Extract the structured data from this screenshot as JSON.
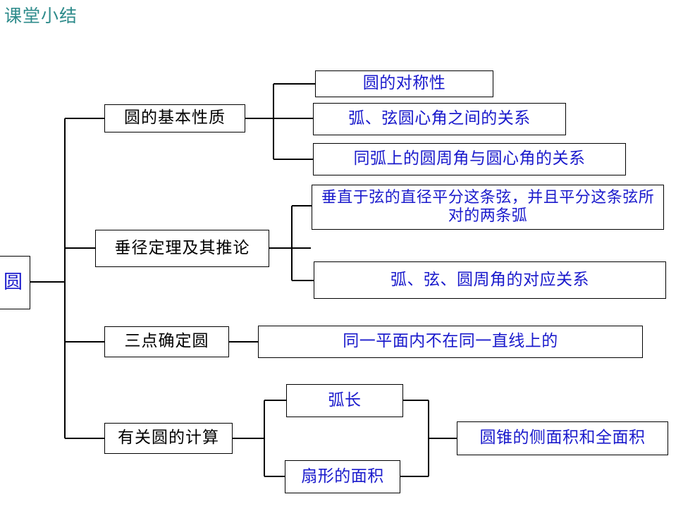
{
  "page": {
    "title": "课堂小结",
    "title_color": "#2e8b8b",
    "background": "#ffffff",
    "border_color": "#000000",
    "branch_text_color": "#1a1acc",
    "category_text_color": "#000000"
  },
  "diagram": {
    "type": "tree-mindmap",
    "root": {
      "label": "圆"
    },
    "branches": [
      {
        "label": "圆的基本性质",
        "children": [
          {
            "label": "圆的对称性"
          },
          {
            "label": "弧、弦圆心角之间的关系"
          },
          {
            "label": "同弧上的圆周角与圆心角的关系"
          }
        ]
      },
      {
        "label": "垂径定理及其推论",
        "children": [
          {
            "label": "垂直于弦的直径平分这条弦，并且平分这条弦所对的两条弧"
          },
          {
            "label": "弧、弦、圆周角的对应关系"
          }
        ]
      },
      {
        "label": "三点确定圆",
        "children": [
          {
            "label": "同一平面内不在同一直线上的"
          }
        ]
      },
      {
        "label": "有关圆的计算",
        "children": [
          {
            "label": "弧长"
          },
          {
            "label": "扇形的面积"
          }
        ],
        "merged_child": {
          "label": "圆锥的侧面积和全面积"
        }
      }
    ]
  }
}
